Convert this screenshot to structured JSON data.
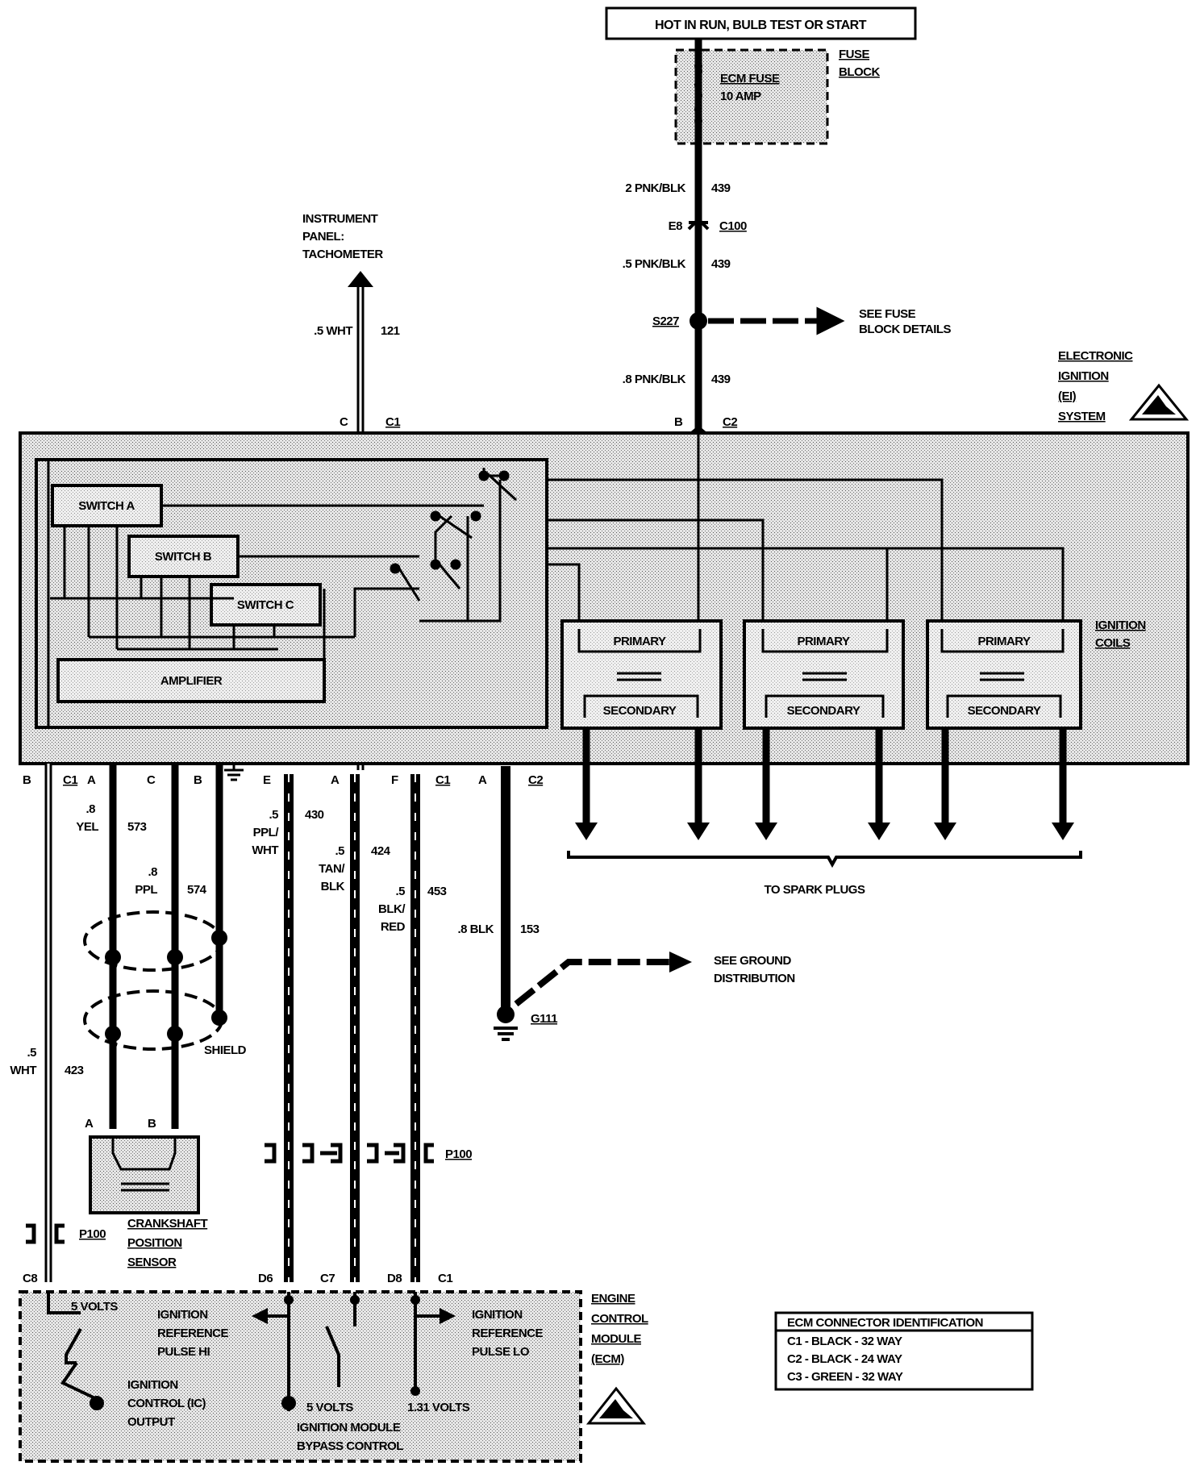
{
  "power_source": "HOT IN RUN, BULB TEST OR START",
  "fuse": {
    "label": "ECM FUSE",
    "rating": "10 AMP",
    "block_label_1": "FUSE",
    "block_label_2": "BLOCK"
  },
  "wires": {
    "w439a": {
      "label": "2 PNK/BLK",
      "circuit": "439"
    },
    "w439b": {
      "label": ".5 PNK/BLK",
      "circuit": "439"
    },
    "w439c": {
      "label": ".8 PNK/BLK",
      "circuit": "439"
    },
    "w121": {
      "label": ".5 WHT",
      "circuit": "121"
    },
    "w423": {
      "gauge": ".5",
      "color": "WHT",
      "circuit": "423"
    },
    "w573": {
      "gauge": ".8",
      "color": "YEL",
      "circuit": "573"
    },
    "w574": {
      "gauge": ".8",
      "color": "PPL",
      "circuit": "574"
    },
    "w430": {
      "gauge": ".5",
      "color_1": "PPL/",
      "color_2": "WHT",
      "circuit": "430"
    },
    "w424": {
      "gauge": ".5",
      "color_1": "TAN/",
      "color_2": "BLK",
      "circuit": "424"
    },
    "w453": {
      "gauge": ".5",
      "color_1": "BLK/",
      "color_2": "RED",
      "circuit": "453"
    },
    "w153": {
      "label": ".8 BLK",
      "circuit": "153"
    }
  },
  "connectors": {
    "c100": {
      "pin": "E8",
      "label": "C100"
    },
    "p100_left": "P100",
    "p100_right": "P100"
  },
  "splices": {
    "s227": "S227"
  },
  "refs": {
    "fuse_details_1": "SEE FUSE",
    "fuse_details_2": "BLOCK DETAILS",
    "ground_dist_1": "SEE GROUND",
    "ground_dist_2": "DISTRIBUTION"
  },
  "tach": {
    "line1": "INSTRUMENT",
    "line2": "PANEL:",
    "line3": "TACHOMETER"
  },
  "pins": {
    "top_c_c1": {
      "pin": "C",
      "connector": "C1"
    },
    "top_b_c2": {
      "pin": "B",
      "connector": "C2"
    }
  },
  "ei_system": {
    "line1": "ELECTRONIC",
    "line2": "IGNITION",
    "line3": "(EI)",
    "line4": "SYSTEM"
  },
  "ei_module": {
    "switch_a": "SWITCH A",
    "switch_b": "SWITCH B",
    "switch_c": "SWITCH C",
    "amplifier": "AMPLIFIER"
  },
  "coils": {
    "primary": "PRIMARY",
    "secondary": "SECONDARY",
    "label_1": "IGNITION",
    "label_2": "COILS"
  },
  "spark_plugs": "TO SPARK PLUGS",
  "bottom_pins": [
    {
      "pin": "B",
      "connector": "C1"
    },
    {
      "pin": "A"
    },
    {
      "pin": "C"
    },
    {
      "pin": "B"
    },
    {
      "pin": "E"
    },
    {
      "pin": "A"
    },
    {
      "pin": "F",
      "connector": "C1"
    },
    {
      "pin": "A",
      "connector": "C2"
    }
  ],
  "shield_label": "SHIELD",
  "crank_sensor": {
    "pin_a": "A",
    "pin_b": "B",
    "line1": "CRANKSHAFT",
    "line2": "POSITION",
    "line3": "SENSOR"
  },
  "grounds": {
    "g111": "G111"
  },
  "ecm": {
    "pins": [
      "C8",
      "D6",
      "C7",
      "D8",
      "C1"
    ],
    "label_1": "ENGINE",
    "label_2": "CONTROL",
    "label_3": "MODULE",
    "label_4": "(ECM)",
    "volts_5_left": "5 VOLTS",
    "ref_hi_1": "IGNITION",
    "ref_hi_2": "REFERENCE",
    "ref_hi_3": "PULSE HI",
    "ref_lo_1": "IGNITION",
    "ref_lo_2": "REFERENCE",
    "ref_lo_3": "PULSE LO",
    "ic_1": "IGNITION",
    "ic_2": "CONTROL (IC)",
    "ic_3": "OUTPUT",
    "volts_5_mid": "5 VOLTS",
    "bypass_1": "IGNITION MODULE",
    "bypass_2": "BYPASS CONTROL",
    "volts_131": "1.31 VOLTS"
  },
  "ecm_connector_id": {
    "title": "ECM CONNECTOR IDENTIFICATION",
    "rows": [
      "C1 - BLACK - 32 WAY",
      "C2 - BLACK - 24 WAY",
      "C3 - GREEN - 32 WAY"
    ]
  }
}
